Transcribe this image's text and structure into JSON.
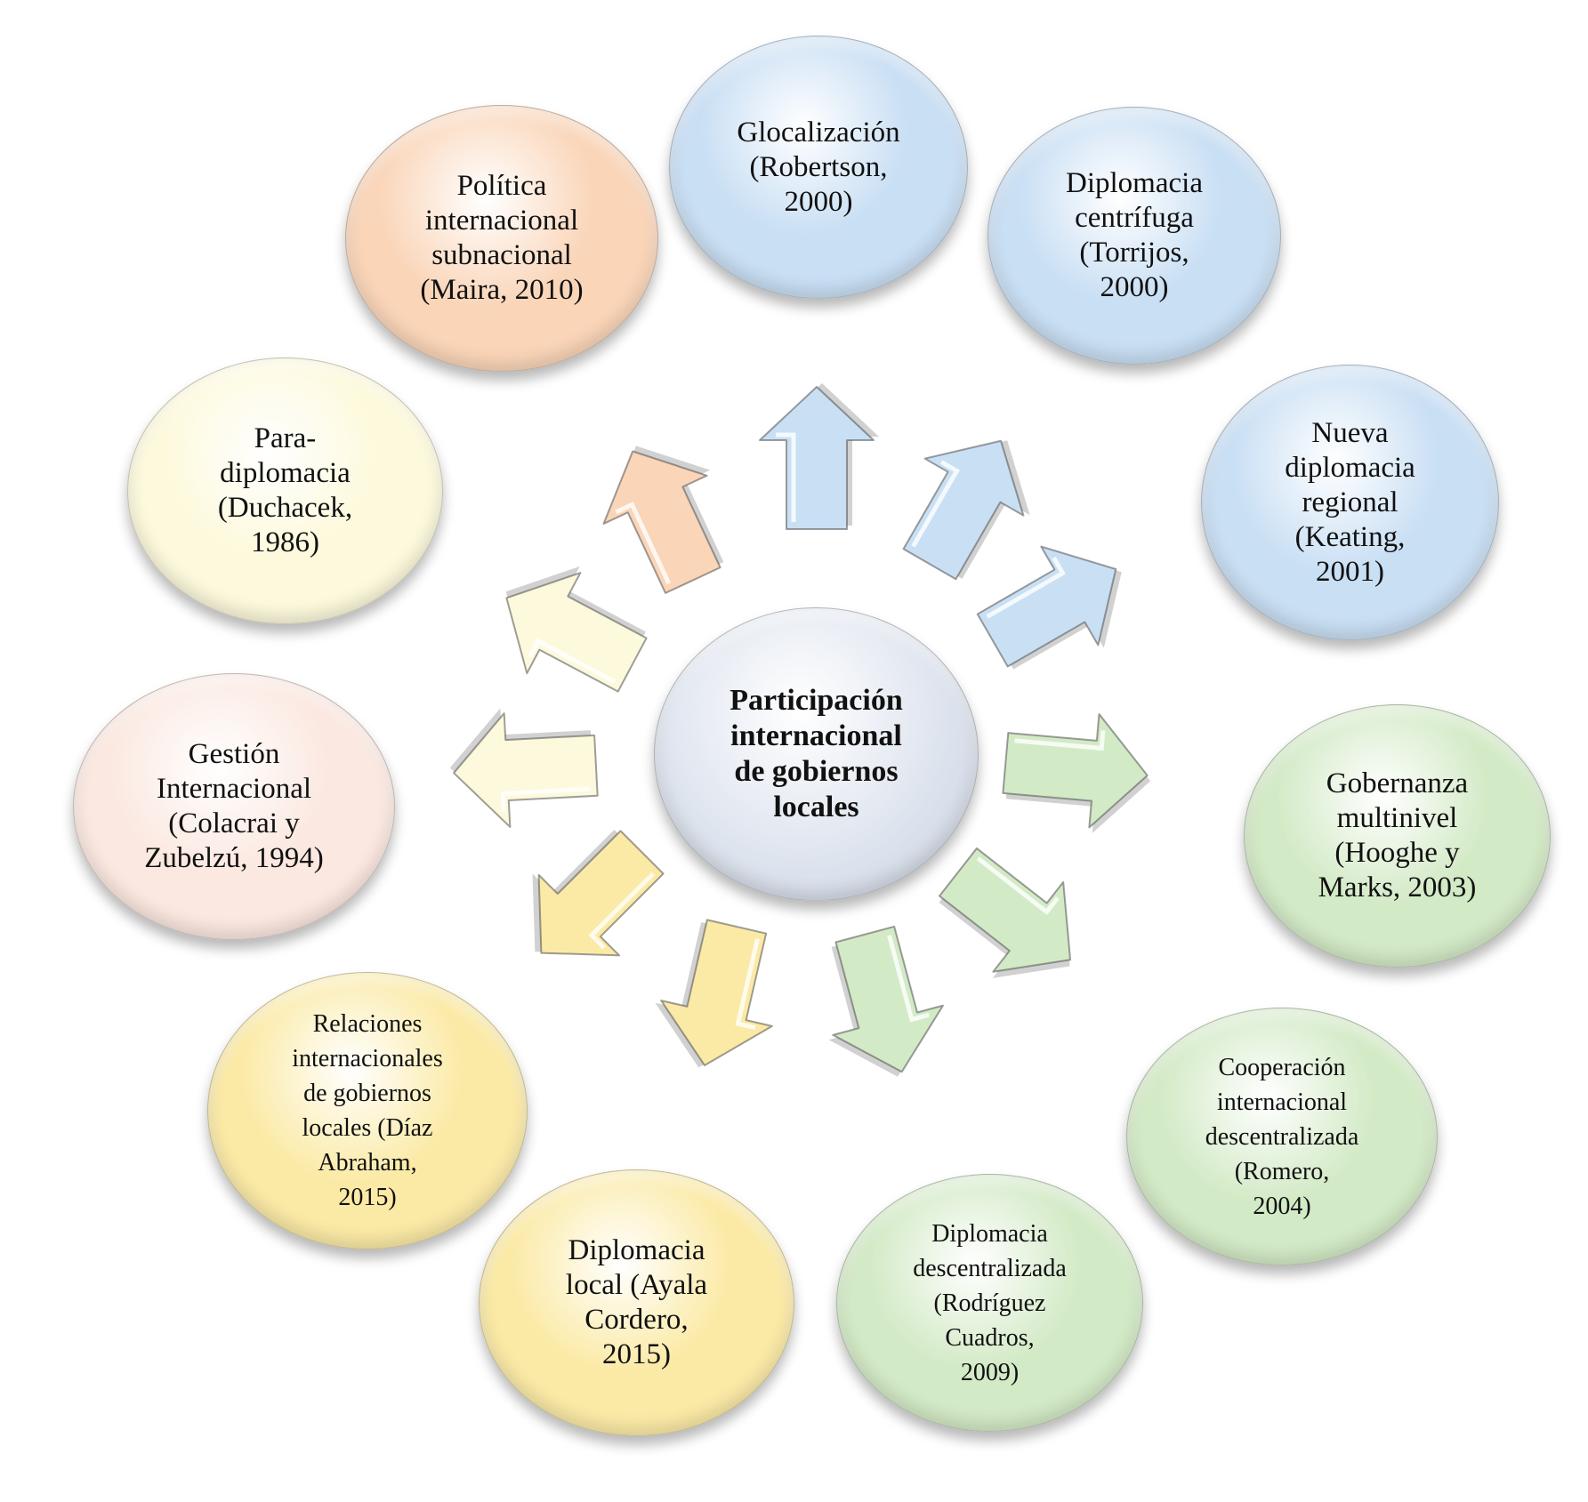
{
  "center": {
    "label": "Participación\ninternacional\nde gobiernos\nlocales",
    "color": "#dfe5ef"
  },
  "colors": {
    "blue": "#c9dff4",
    "green": "#d3eac6",
    "yellow": "#fbeaa6",
    "cream": "#fdf9dc",
    "peach": "#fad5b8",
    "pink": "#fbe8e0"
  },
  "nodes": [
    {
      "id": "glocalizacion",
      "label": "Glocalización\n(Robertson,\n2000)",
      "color": "#c9dff4"
    },
    {
      "id": "diplomacia-centrifuga",
      "label": "Diplomacia\ncentrífuga\n(Torrijos,\n2000)",
      "color": "#c9dff4"
    },
    {
      "id": "nueva-diplomacia-regional",
      "label": "Nueva\ndiplomacia\nregional\n(Keating,\n2001)",
      "color": "#c9dff4"
    },
    {
      "id": "gobernanza-multinivel",
      "label": "Gobernanza\nmultinivel\n(Hooghe y\nMarks, 2003)",
      "color": "#d3eac6"
    },
    {
      "id": "cooperacion-descentralizada",
      "label": "Cooperación\ninternacional\ndescentralizada\n(Romero,\n2004)",
      "color": "#d3eac6"
    },
    {
      "id": "diplomacia-descentralizada",
      "label": "Diplomacia\ndescentralizada\n(Rodríguez\nCuadros,\n2009)",
      "color": "#d3eac6"
    },
    {
      "id": "diplomacia-local",
      "label": "Diplomacia\nlocal (Ayala\nCordero,\n2015)",
      "color": "#fbeaa6"
    },
    {
      "id": "relaciones-internacionales",
      "label": "Relaciones\ninternacionales\nde gobiernos\nlocales (Díaz\nAbraham,\n2015)",
      "color": "#fbeaa6"
    },
    {
      "id": "gestion-internacional",
      "label": "Gestión\nInternacional\n(Colacrai y\nZubelzú, 1994)",
      "color": "#fbe8e0"
    },
    {
      "id": "paradiplomacia",
      "label": "Para-\ndiplomacia\n(Duchacek,\n1986)",
      "color": "#fdf9dc"
    },
    {
      "id": "politica-subnacional",
      "label": "Política\ninternacional\nsubnacional\n(Maira, 2010)",
      "color": "#fad5b8"
    }
  ],
  "arrows": [
    {
      "target": "glocalizacion",
      "color": "#c9dff4"
    },
    {
      "target": "diplomacia-centrifuga",
      "color": "#c9dff4"
    },
    {
      "target": "nueva-diplomacia-regional",
      "color": "#c9dff4"
    },
    {
      "target": "gobernanza-multinivel",
      "color": "#d3eac6"
    },
    {
      "target": "cooperacion-descentralizada",
      "color": "#d3eac6"
    },
    {
      "target": "diplomacia-descentralizada",
      "color": "#d3eac6"
    },
    {
      "target": "diplomacia-local",
      "color": "#fbeaa6"
    },
    {
      "target": "relaciones-internacionales",
      "color": "#fbeaa6"
    },
    {
      "target": "gestion-internacional",
      "color": "#fdf9dc"
    },
    {
      "target": "paradiplomacia",
      "color": "#fdf9dc"
    },
    {
      "target": "politica-subnacional",
      "color": "#fad5b8"
    }
  ]
}
